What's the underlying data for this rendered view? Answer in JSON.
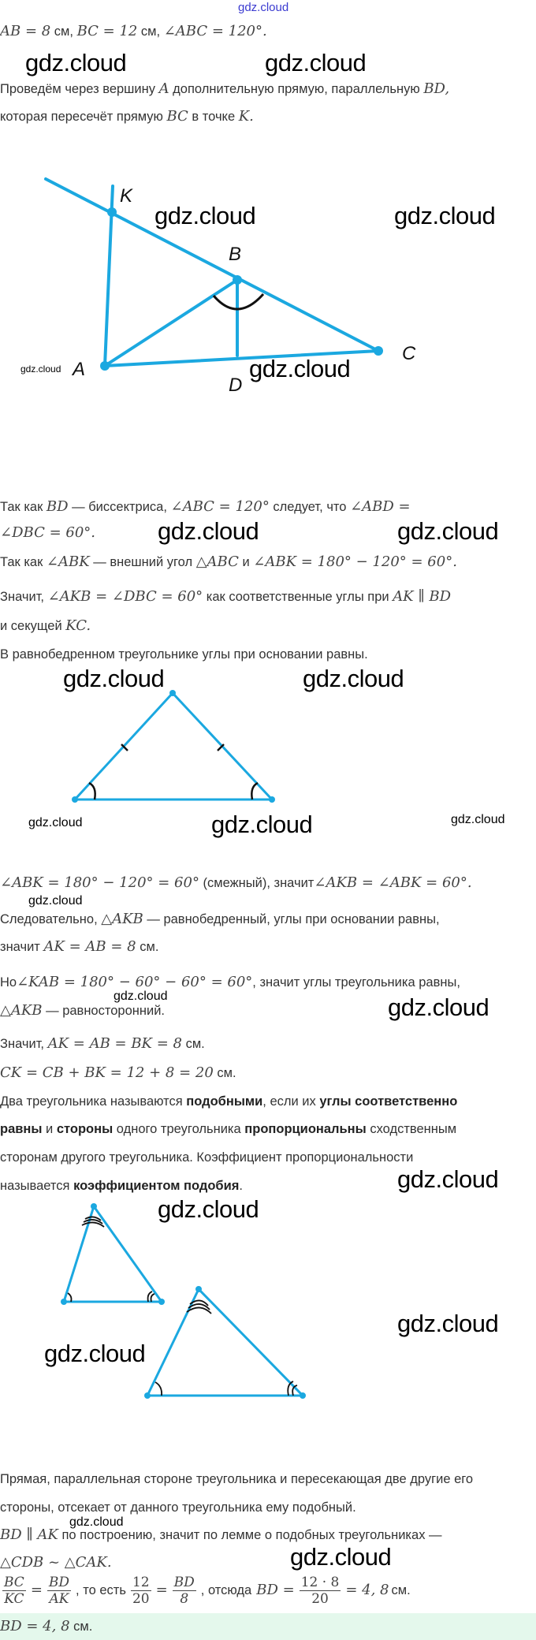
{
  "site_logo": "gdz.cloud",
  "watermark": "gdz.cloud",
  "colors": {
    "accent": "#1ba8e0",
    "answer_bg": "#e4f8ec",
    "text": "#333333"
  },
  "lines": {
    "l1": [
      {
        "t": "AB = 8",
        "s": "m"
      },
      {
        "t": " см, "
      },
      {
        "t": "BC = 12",
        "s": "m"
      },
      {
        "t": " см, "
      },
      {
        "t": "∠ABC = 120°.",
        "s": "m"
      }
    ],
    "l2": [
      {
        "t": "Проведём через вершину "
      },
      {
        "t": "A",
        "s": "m"
      },
      {
        "t": " дополнительную прямую, параллельную "
      },
      {
        "t": "BD,",
        "s": "m"
      }
    ],
    "l3": [
      {
        "t": "которая пересечёт прямую "
      },
      {
        "t": "BC",
        "s": "m"
      },
      {
        "t": " в точке "
      },
      {
        "t": "K.",
        "s": "m"
      }
    ],
    "l4": [
      {
        "t": "Так как "
      },
      {
        "t": "BD",
        "s": "m"
      },
      {
        "t": " — биссектриса, "
      },
      {
        "t": "∠ABC = 120°",
        "s": "m"
      },
      {
        "t": " следует, что "
      },
      {
        "t": "∠ABD =",
        "s": "m"
      }
    ],
    "l5": [
      {
        "t": "∠DBC  =  60°.",
        "s": "m"
      }
    ],
    "l6": [
      {
        "t": "Так как "
      },
      {
        "t": "∠ABK",
        "s": "m"
      },
      {
        "t": " — внешний угол "
      },
      {
        "t": "△ABC",
        "s": "m"
      },
      {
        "t": " и "
      },
      {
        "t": "∠ABK  =  180° − 120° = 60°.",
        "s": "m"
      }
    ],
    "l7": [
      {
        "t": "Значит, "
      },
      {
        "t": "∠AKB  = ∠DBC =  60°",
        "s": "m"
      },
      {
        "t": " как соответственные углы при "
      },
      {
        "t": "AK  ∥ BD",
        "s": "m"
      }
    ],
    "l8": [
      {
        "t": "и секущей "
      },
      {
        "t": "KC.",
        "s": "m"
      }
    ],
    "l9": [
      {
        "t": "В равнобедренном треугольнике углы при основании равны."
      }
    ],
    "l10": [
      {
        "t": "∠ABK = 180° − 120° = 60°",
        "s": "m"
      },
      {
        "t": " (смежный), значит"
      },
      {
        "t": "∠AKB  = ∠ABK =  60°.",
        "s": "m"
      }
    ],
    "l11": [
      {
        "t": "Следовательно, "
      },
      {
        "t": "△AKB",
        "s": "m"
      },
      {
        "t": " — равнобедренный, углы при основании равны,"
      }
    ],
    "l12": [
      {
        "t": "значит "
      },
      {
        "t": "AK = AB = 8",
        "s": "m"
      },
      {
        "t": " см."
      }
    ],
    "l13": [
      {
        "t": "Но"
      },
      {
        "t": "∠KAB = 180° − 60° − 60° = 60°",
        "s": "m"
      },
      {
        "t": ", значит углы треугольника равны,"
      }
    ],
    "l14": [
      {
        "t": "△AKB",
        "s": "m"
      },
      {
        "t": " — равносторонний."
      }
    ],
    "l15": [
      {
        "t": "Значит, "
      },
      {
        "t": "AK = AB = BK = 8",
        "s": "m"
      },
      {
        "t": " см."
      }
    ],
    "l16": [
      {
        "t": "CK = CB + BK = 12 + 8 = 20",
        "s": "m"
      },
      {
        "t": " см."
      }
    ],
    "l17": [
      {
        "t": "Два треугольника называются "
      },
      {
        "t": "подобными",
        "s": "b"
      },
      {
        "t": ", если их "
      },
      {
        "t": "углы соответственно",
        "s": "b"
      }
    ],
    "l18": [
      {
        "t": "равны",
        "s": "b"
      },
      {
        "t": " и "
      },
      {
        "t": "стороны",
        "s": "b"
      },
      {
        "t": " одного треугольника "
      },
      {
        "t": "пропорциональны",
        "s": "b"
      },
      {
        "t": " сходственным"
      }
    ],
    "l19": [
      {
        "t": "сторонам другого треугольника. Коэффициент пропорциональности"
      }
    ],
    "l20": [
      {
        "t": "называется "
      },
      {
        "t": "коэффициентом подобия",
        "s": "b"
      },
      {
        "t": "."
      }
    ],
    "l21": [
      {
        "t": "Прямая, параллельная стороне треугольника и пересекающая две другие его"
      }
    ],
    "l22": [
      {
        "t": "стороны, отсекает от данного треугольника ему подобный."
      }
    ],
    "l23": [
      {
        "t": "BD  ∥  AK",
        "s": "m"
      },
      {
        "t": " по построению, значит по лемме о подобных треугольниках —"
      }
    ],
    "l24": [
      {
        "t": "△CDB ~ △CAK.",
        "s": "m"
      }
    ]
  },
  "proportion": {
    "f1_num": "BC",
    "f1_den": "KC",
    "eq": "=",
    "f2_num": "BD",
    "f2_den": "AK",
    "mid1": ", то есть",
    "f3_num": "12",
    "f3_den": "20",
    "f4_num": "BD",
    "f4_den": "8",
    "mid2": ", отсюда",
    "lhs": "BD =",
    "f5_num": "12 · 8",
    "f5_den": "20",
    "result": "= 4, 8",
    "unit": " см."
  },
  "answer": {
    "expr": "BD = 4, 8",
    "unit": " см."
  },
  "diagram1": {
    "labels": {
      "K": "K",
      "B": "B",
      "C": "C",
      "A": "A",
      "D": "D"
    }
  }
}
